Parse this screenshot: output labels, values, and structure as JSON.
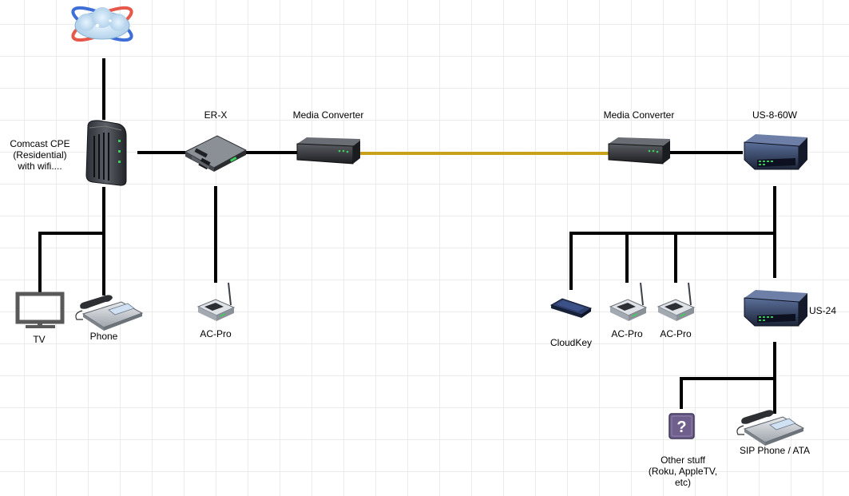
{
  "labels": {
    "comcast_cpe": [
      "Comcast CPE",
      "(Residential)",
      "with wifi...."
    ],
    "er_x": "ER-X",
    "media_converter_left": "Media Converter",
    "media_converter_right": "Media Converter",
    "us_8_60w": "US-8-60W",
    "tv": "TV",
    "phone": "Phone",
    "ac_pro_left": "AC-Pro",
    "cloudkey": "CloudKey",
    "ac_pro_mid": "AC-Pro",
    "ac_pro_right": "AC-Pro",
    "us_24": "US-24",
    "other_stuff": [
      "Other stuff",
      "(Roku, AppleTV,",
      "etc)"
    ],
    "sip_phone": "SIP Phone / ATA",
    "unknown_device_symbol": "?"
  },
  "colors": {
    "link": "#000000",
    "fiber_link": "#c7a117",
    "grid": "#ececec",
    "question_box": "#6e5f8c"
  },
  "icons": [
    "cloud-icon",
    "modem-icon",
    "router-icon",
    "media-converter-icon",
    "switch-icon",
    "tv-icon",
    "phone-icon",
    "access-point-icon",
    "cloudkey-icon",
    "question-icon"
  ]
}
